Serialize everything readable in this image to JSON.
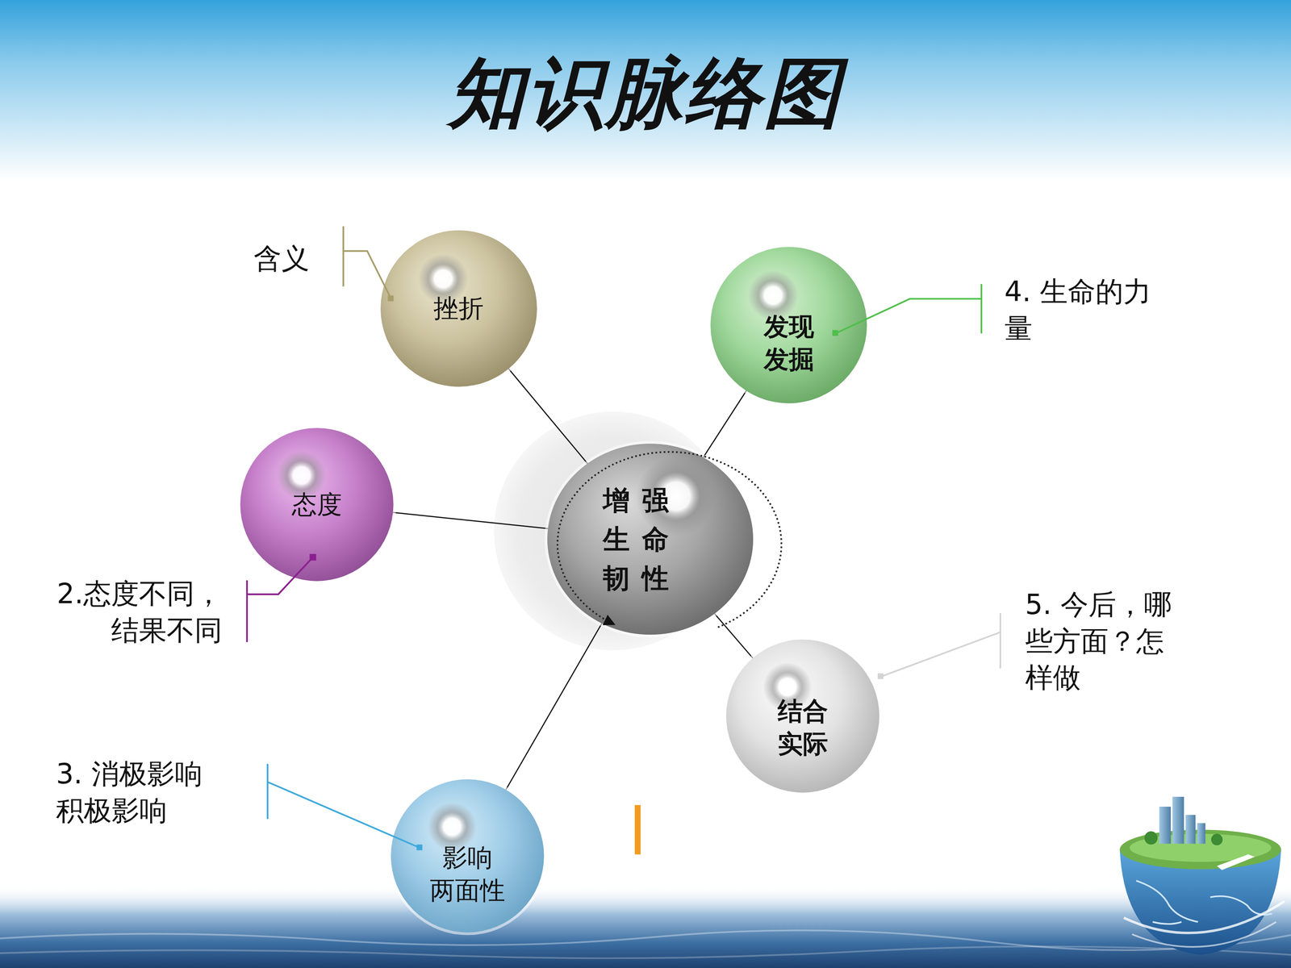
{
  "diagram": {
    "title": "知识脉络图",
    "nodes": [
      {
        "text": [
          "挫折"
        ]
      },
      {
        "text": [
          "发现 发掘"
        ]
      },
      {
        "text": [
          "态度"
        ]
      },
      {
        "text": [
          "增强生命韧性"
        ]
      },
      {
        "text": [
          "结合 实际"
        ]
      },
      {
        "text": [
          "影响 两面性"
        ]
      }
    ],
    "edges": [
      {
        "from": 0,
        "to": 3,
        "arrow": "none"
      },
      {
        "from": 1,
        "to": 3,
        "arrow": "none"
      },
      {
        "from": 2,
        "to": 3,
        "arrow": "none"
      },
      {
        "from": 3,
        "to": 4,
        "arrow": "none"
      },
      {
        "from": 5,
        "to": 3,
        "arrow": "none"
      }
    ],
    "labels": [
      "含义",
      "4. 生命的力量",
      "2.态度不同， 结果不同",
      "3. 消极影响 积极影响",
      "5. 今后，哪些方面？怎样做"
    ]
  }
}
